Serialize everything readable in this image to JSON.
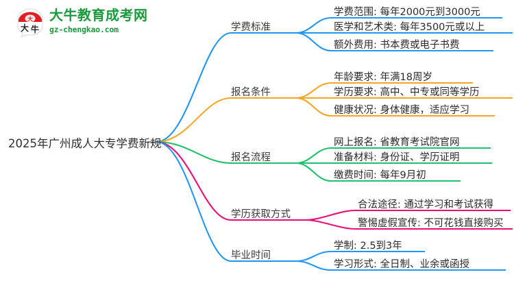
{
  "logo": {
    "mark_text": "大牛",
    "name_cn": "大牛教育成考网",
    "name_en": "gz-chengkao.com",
    "brand_color": "#1a9a3c",
    "mark_color": "#e02020"
  },
  "mindmap": {
    "root": {
      "label": "2025年广州成人大专学费新规"
    },
    "branches": [
      {
        "label": "学费标准",
        "color": "#2196f3",
        "children": [
          {
            "label": "学费范围: 每年2000元到3000元"
          },
          {
            "label": "医学和艺术类: 每年3500元或以上"
          },
          {
            "label": "额外费用: 书本费或电子书费"
          }
        ]
      },
      {
        "label": "报名条件",
        "color": "#f5a623",
        "children": [
          {
            "label": "年龄要求: 年满18周岁"
          },
          {
            "label": "学历要求: 高中、中专或同等学历"
          },
          {
            "label": "健康状况: 身体健康，适应学习"
          }
        ]
      },
      {
        "label": "报名流程",
        "color": "#1fc16b",
        "children": [
          {
            "label": "网上报名: 省教育考试院官网"
          },
          {
            "label": "准备材料: 身份证、学历证明"
          },
          {
            "label": "缴费时间: 每年9月初"
          }
        ]
      },
      {
        "label": "学历获取方式",
        "color": "#ec0c77",
        "children": [
          {
            "label": "合法途径: 通过学习和考试获得"
          },
          {
            "label": "警惕虚假宣传: 不可花钱直接购买"
          }
        ]
      },
      {
        "label": "毕业时间",
        "color": "#2196f3",
        "children": [
          {
            "label": "学制: 2.5到3年"
          },
          {
            "label": "学习形式: 全日制、业余或函授"
          }
        ]
      }
    ]
  }
}
